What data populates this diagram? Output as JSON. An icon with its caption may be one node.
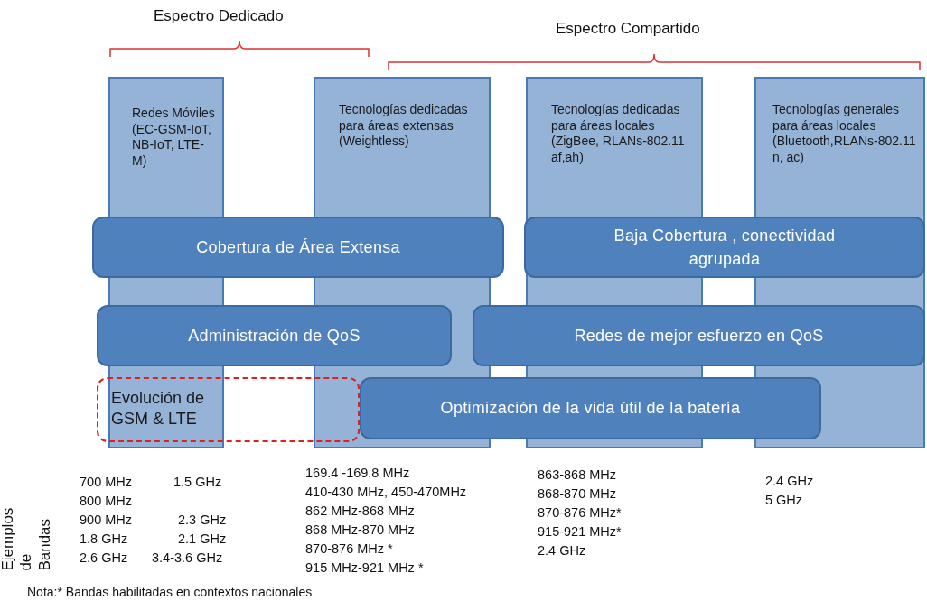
{
  "diagram": {
    "nodes": [
      {
        "text": [
          "Redes Móviles (EC-GSM-IoT, NB-IoT, LTE-M)"
        ]
      },
      {
        "text": [
          "Tecnologías dedicadas para áreas extensas (Weightless)"
        ]
      },
      {
        "text": [
          "Tecnologías dedicadas para áreas locales (ZigBee, RLANs-802.11 af,ah)"
        ]
      },
      {
        "text": [
          "Tecnologías generales para áreas locales (Bluetooth,RLANs-802.11 n, ac)"
        ]
      },
      {
        "text": [
          "Cobertura de Área Extensa"
        ]
      },
      {
        "text": [
          "Baja Cobertura , conectividad agrupada"
        ]
      },
      {
        "text": [
          "Administración de QoS"
        ]
      },
      {
        "text": [
          "Redes de mejor esfuerzo en QoS"
        ]
      },
      {
        "text": [
          "Evolución de GSM & LTE"
        ]
      },
      {
        "text": [
          "Optimización de la vida útil de la batería"
        ]
      }
    ],
    "labels": [
      "Espectro Dedicado",
      "Espectro Compartido",
      "Ejemplos de Bandas",
      "700 MHz",
      "1.5 GHz",
      "800 MHz",
      "900 MHz",
      "2.3 GHz",
      "1.8 GHz",
      "2.1 GHz",
      "2.6 GHz",
      "3.4-3.6 GHz",
      "169.4 -169.8 MHz",
      "410-430 MHz, 450-470MHz",
      "862 MHz-868 MHz",
      "868 MHz-870 MHz",
      "870-876 MHz *",
      "915 MHz-921 MHz *",
      "863-868 MHz",
      "868-870 MHz",
      "870-876 MHz*",
      "915-921 MHz*",
      "2.4 GHz",
      "2.4 GHz",
      "5 GHz",
      "Nota:* Bandas habilitadas en contextos nacionales"
    ]
  }
}
